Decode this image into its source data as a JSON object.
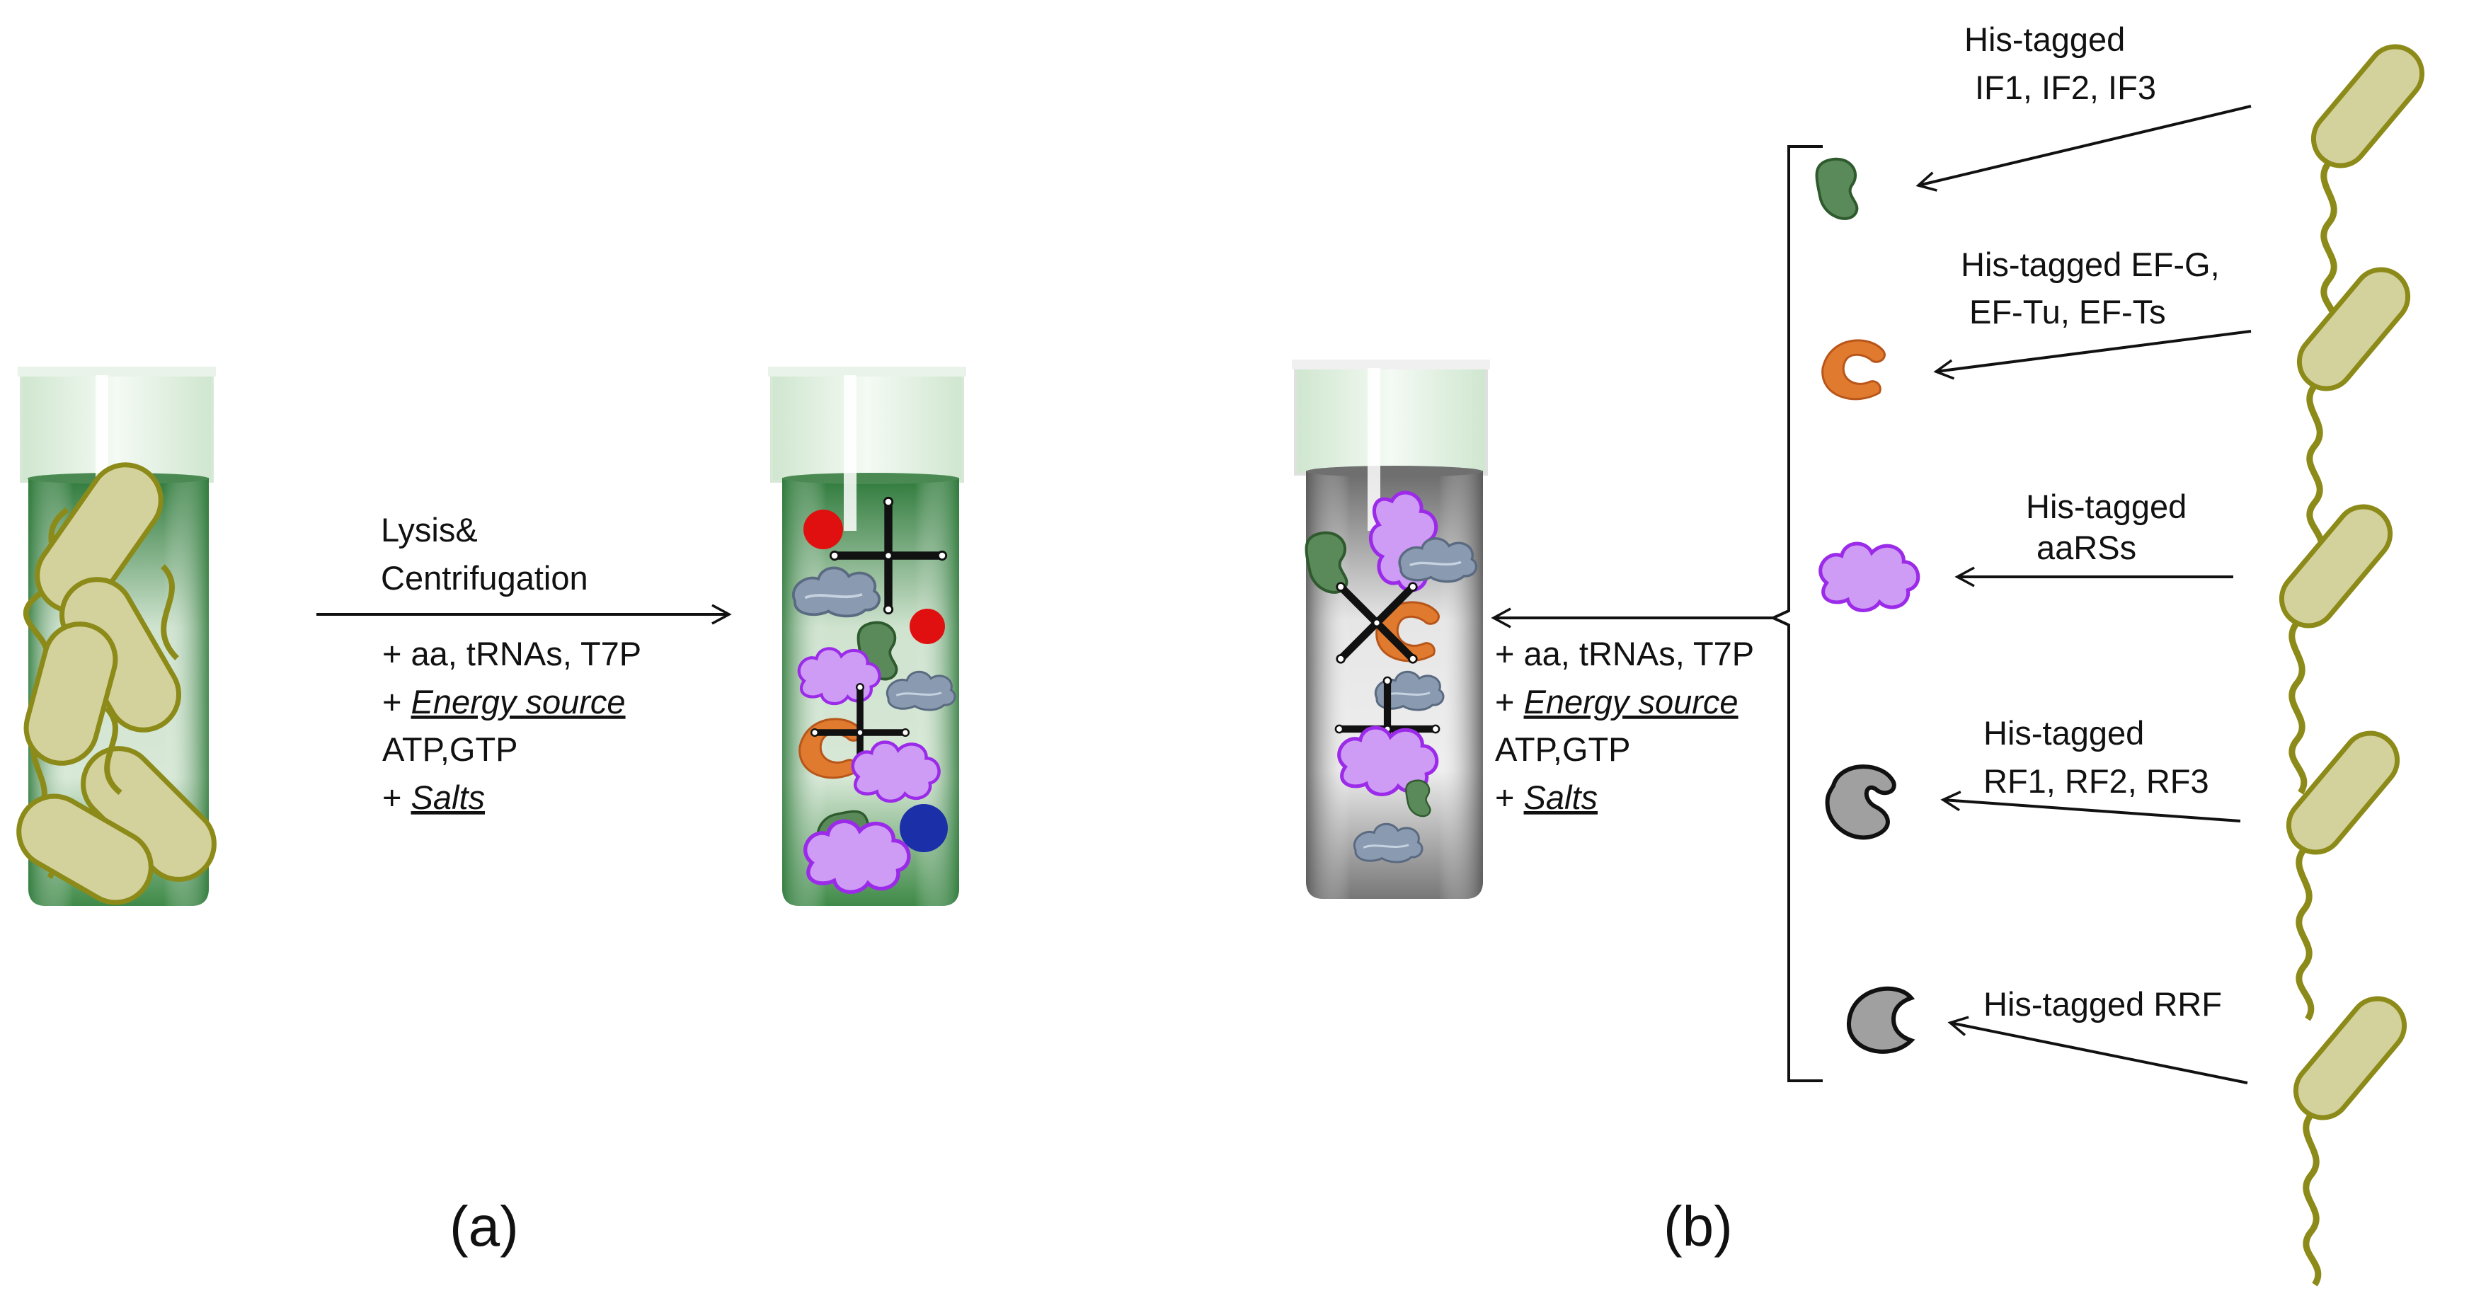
{
  "panel_a": {
    "caption": "(a)",
    "step_label_1": "Lysis&",
    "step_label_2": "Centrifugation",
    "additives": {
      "line1": "+ aa, tRNAs, T7P",
      "line2_prefix": "+ ",
      "line2_emph": "Energy source",
      "line3": "ATP,GTP",
      "line4_prefix": "+ ",
      "line4_emph": "Salts"
    }
  },
  "panel_b": {
    "caption": "(b)",
    "additives": {
      "line1": "+ aa, tRNAs, T7P",
      "line2_prefix": "+ ",
      "line2_emph": "Energy source",
      "line3": "ATP,GTP",
      "line4_prefix": "+ ",
      "line4_emph": "Salts"
    },
    "factors": [
      {
        "line1": "His-tagged",
        "line2": "IF1,  IF2, IF3"
      },
      {
        "line1": "His-tagged EF-G,",
        "line2": "EF-Tu, EF-Ts"
      },
      {
        "line1": "His-tagged",
        "line2": "aaRSs"
      },
      {
        "line1": "His-tagged",
        "line2": "RF1, RF2, RF3"
      },
      {
        "line1": "His-tagged RRF"
      }
    ]
  },
  "colors": {
    "medium_green": "#5f9a63",
    "medium_grey": "#8a8a8a",
    "bacterium_fill": "#d4d29c",
    "bacterium_stroke": "#8c8a18",
    "if_factor": "#5a8a5a",
    "ef_factor": "#e07a2e",
    "aars": "#cf9cf5",
    "aars_stroke": "#9b2be8",
    "rf_factor": "#a0a0a0",
    "ribosome": "#8a9ab0",
    "red_protein": "#e01010",
    "blue_protein": "#1b2fa8"
  }
}
